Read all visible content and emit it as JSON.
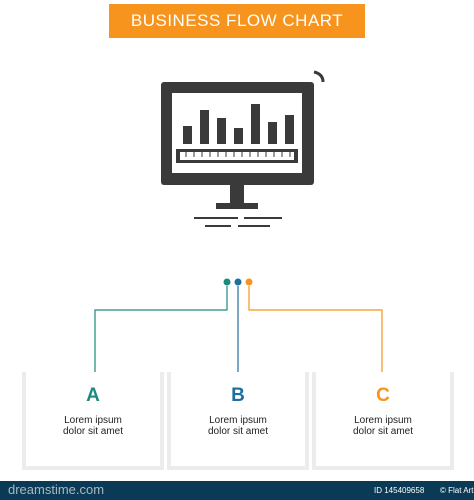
{
  "header": {
    "title": "BUSINESS FLOW CHART"
  },
  "icon": {
    "name": "monitor-bar-chart-icon"
  },
  "steps": [
    {
      "letter": "A",
      "caption_1": "Lorem ipsum",
      "caption_2": "dolor sit amet",
      "color": "#1d8a7e"
    },
    {
      "letter": "B",
      "caption_1": "Lorem ipsum",
      "caption_2": "dolor sit amet",
      "color": "#1e6fa0"
    },
    {
      "letter": "C",
      "caption_1": "Lorem ipsum",
      "caption_2": "dolor sit amet",
      "color": "#f7941d"
    }
  ],
  "footer": {
    "brand": "dreamstime.com",
    "id_text": "ID 145409658",
    "credit": "© Flat Art"
  },
  "colors": {
    "accent": "#f7941d",
    "dark": "#3a3a3a",
    "footer": "#0a3a55"
  }
}
